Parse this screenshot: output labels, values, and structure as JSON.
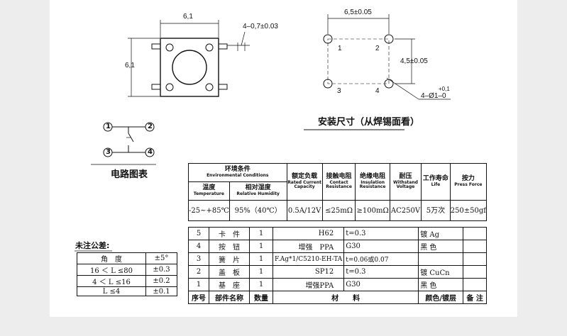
{
  "left_view": {
    "dim_width": "6,1",
    "dim_height": "6,1",
    "dim_pin": "4–0,7±0.03"
  },
  "right_view": {
    "dim_width": "6,5±0.05",
    "dim_height": "4,5±0.05",
    "dim_hole_main": "4–Ø1–0",
    "dim_hole_tol": "+0,1",
    "pins": [
      "1",
      "2",
      "3",
      "4"
    ],
    "caption": "安装尺寸（从焊锡面看）"
  },
  "circuit": {
    "nodes": [
      "1",
      "2",
      "3",
      "4"
    ],
    "caption": "电路图表"
  },
  "spec_table": {
    "env_title": "环境条件",
    "env_title_en": "Environmental Conditions",
    "temp": "温度",
    "temp_en": "Temperature",
    "humidity": "相对湿度",
    "humidity_en": "Relative Humidity",
    "rated": "额定负载",
    "rated_en": "Rated Current Capacity",
    "contact": "接触电阻",
    "contact_en": "Contact Resistance",
    "insulation": "绝缘电阻",
    "insulation_en": "Insulation Resistance",
    "withstand": "耐压",
    "withstand_en": "Withstand Voltage",
    "life": "工作寿命",
    "life_en": "Life",
    "force": "按力",
    "force_en": "Press Force",
    "values": {
      "temp": "-25~+85℃",
      "humidity": "95%（40℃）",
      "rated": "0.5A/12V",
      "contact": "≤25mΩ",
      "insulation": "≥100mΩ",
      "withstand": "AC250V",
      "life": "5万次",
      "force": "250±50gf"
    }
  },
  "parts_table": {
    "rows": [
      {
        "no": "5",
        "name": "卡　件",
        "qty": "1",
        "material": "H62",
        "material_note": "t=0.3",
        "finish": "镀 Ag",
        "remark": ""
      },
      {
        "no": "4",
        "name": "按　钮",
        "qty": "1",
        "material": "增强　PPA",
        "material_note": "G30",
        "finish": "黑 色",
        "remark": ""
      },
      {
        "no": "3",
        "name": "簧　片",
        "qty": "1",
        "material": "F.Ag*1/C5210-EH-TA",
        "material_note": "t=0.06或0.07",
        "finish": "",
        "remark": ""
      },
      {
        "no": "2",
        "name": "盖　板",
        "qty": "1",
        "material": "SP12",
        "material_note": "t=0.3",
        "finish": "镀 CuCn",
        "remark": ""
      },
      {
        "no": "1",
        "name": "基　座",
        "qty": "1",
        "material": "增强PPA",
        "material_note": "G30",
        "finish": "黑 色",
        "remark": ""
      }
    ],
    "headers": {
      "no": "序号",
      "name": "部件名称",
      "qty": "数量",
      "material": "材　　料",
      "finish": "颜色/镀层",
      "remark": "备 注"
    }
  },
  "tolerance_table": {
    "title": "未注公差:",
    "rows": [
      {
        "range": "角　度",
        "tol": "±5°"
      },
      {
        "range": "16 ＜ L ≤80",
        "tol": "±0.3"
      },
      {
        "range": "4 ＜ L ≤16",
        "tol": "±0.2"
      },
      {
        "range": "L ≤4",
        "tol": "±0.1"
      }
    ]
  }
}
